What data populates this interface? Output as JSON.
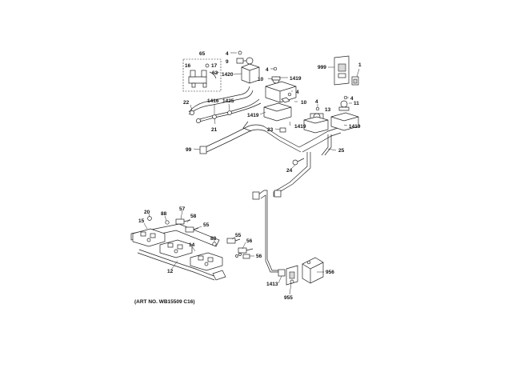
{
  "callouts": {
    "c65": "65",
    "c16": "16",
    "c17": "17",
    "c63": "63",
    "c4a": "4",
    "c9": "9",
    "c1420": "1420",
    "c4b": "4",
    "c10a": "10",
    "c1419a": "1419",
    "c4c": "4",
    "c10b": "10",
    "c999": "999",
    "c1": "1",
    "c22": "22",
    "c1416": "1416",
    "c1425": "1425",
    "c1419b": "1419",
    "c4d": "4",
    "c13": "13",
    "c11": "11",
    "c4e": "4",
    "c21": "21",
    "c23": "23",
    "c1419c": "1419",
    "c1419d": "1419",
    "c99": "99",
    "c25": "25",
    "c24": "24",
    "c20": "20",
    "c88a": "88",
    "c57": "57",
    "c15": "15",
    "c58": "58",
    "c55a": "55",
    "c88b": "88",
    "c55b": "55",
    "c14": "14",
    "c56a": "56",
    "c56b": "56",
    "c12": "12",
    "c956": "956",
    "c1413": "1413",
    "c955": "955"
  },
  "art_number": "(ART NO. WB15509 C16)"
}
